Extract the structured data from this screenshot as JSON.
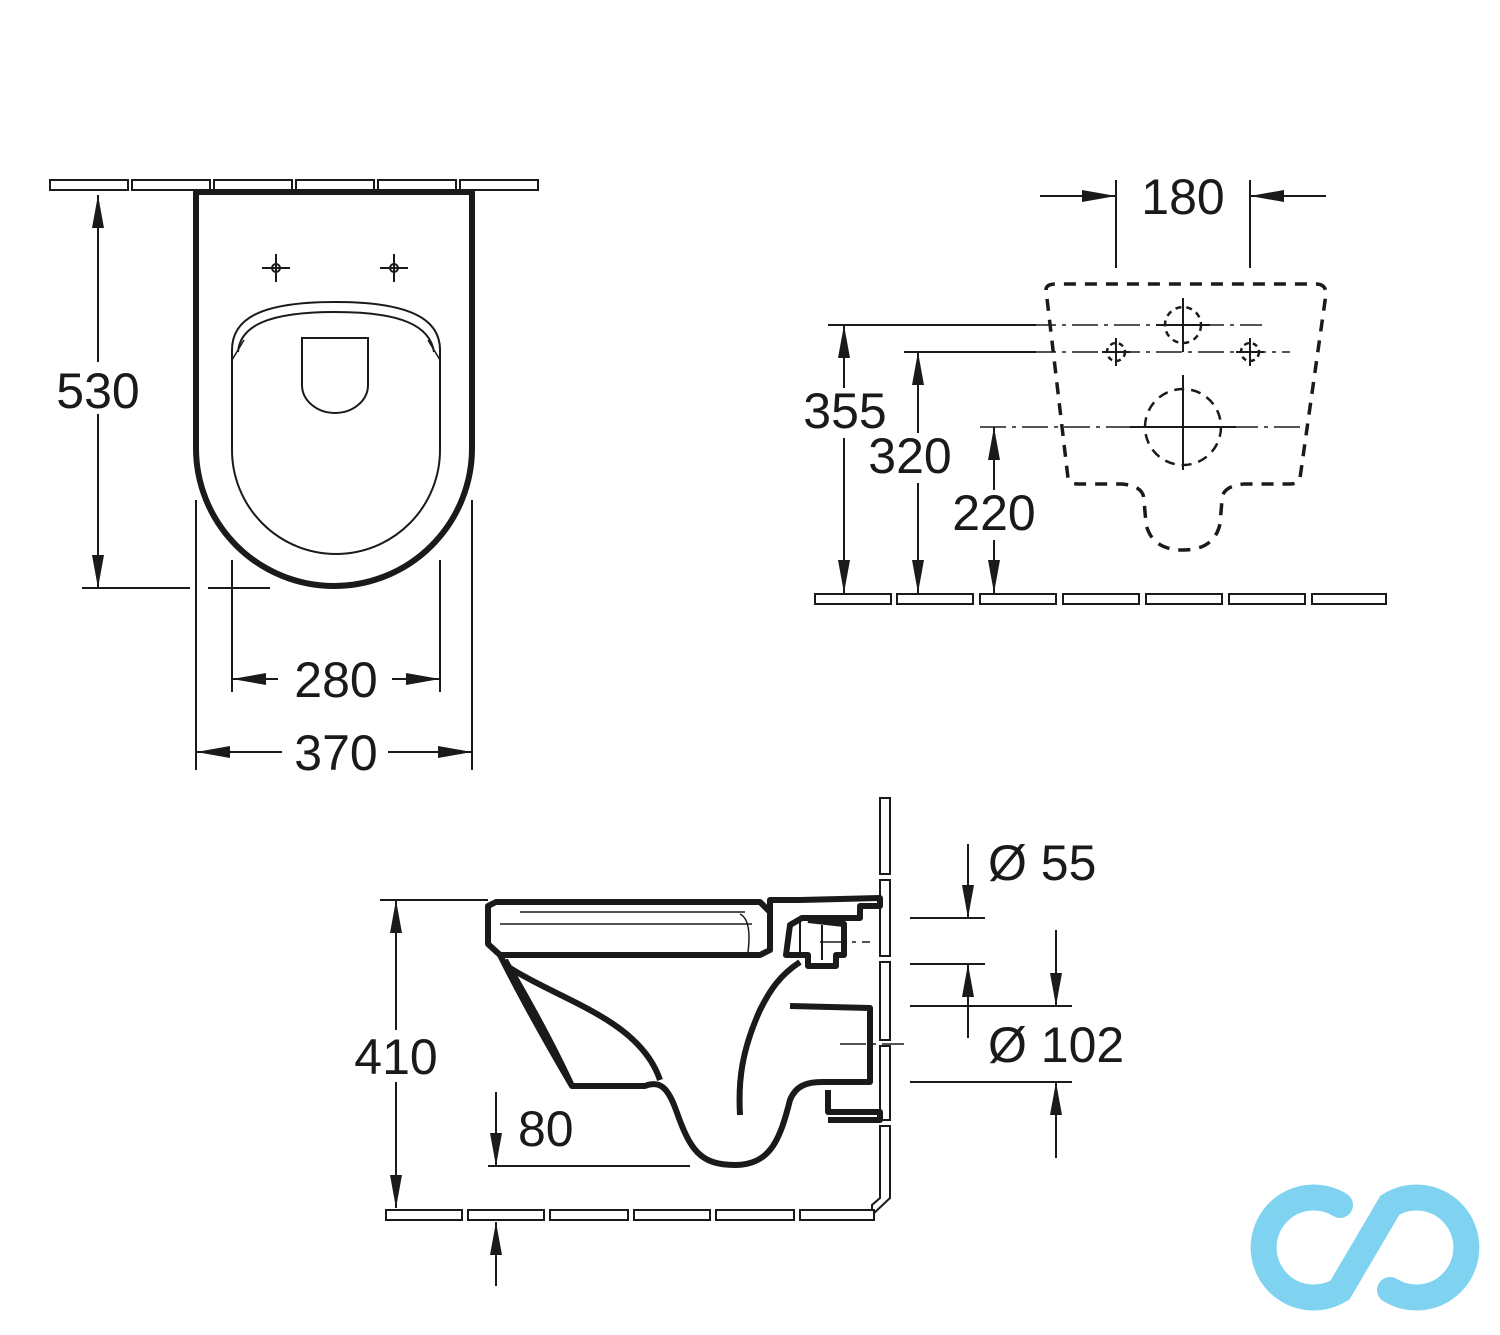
{
  "top_view": {
    "depth": "530",
    "inner_width": "280",
    "outer_width": "370"
  },
  "mounting_view": {
    "bolt_spacing": "180",
    "height_355": "355",
    "height_320": "320",
    "height_220": "220"
  },
  "side_view": {
    "inlet_diameter": "Ø 55",
    "outlet_diameter": "Ø 102",
    "height_410": "410",
    "offset_80": "80"
  },
  "colors": {
    "line": "#1a1a1a",
    "watermark": "#7fd3f0"
  },
  "watermark": {
    "icon": "infinity-logo-icon"
  }
}
